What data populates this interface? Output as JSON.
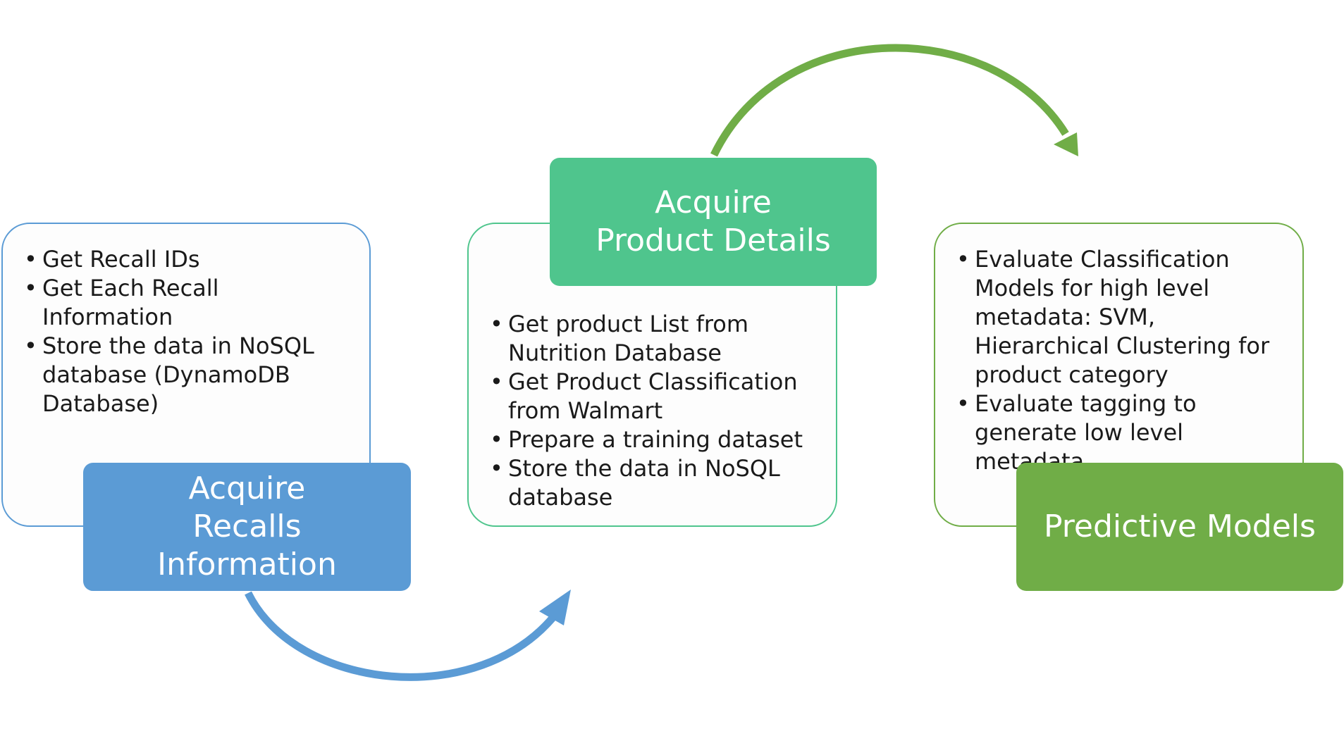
{
  "colors": {
    "blue": "#5b9bd5",
    "teal": "#4fc58d",
    "green": "#70ad47",
    "panel_border_blue": "#5b9bd5",
    "panel_border_teal": "#4fc58d",
    "panel_border_green": "#70ad47"
  },
  "stages": [
    {
      "title": "Acquire Recalls Information",
      "items": [
        "Get Recall IDs",
        "Get Each Recall Information",
        "Store the data in NoSQL database (DynamoDB Database)"
      ]
    },
    {
      "title": "Acquire Product Details",
      "items": [
        "Get product List from Nutrition Database",
        "Get Product Classification from Walmart",
        "Prepare a training dataset",
        "Store the data in NoSQL database"
      ]
    },
    {
      "title": "Predictive Models",
      "items": [
        "Evaluate Classification Models for high level metadata: SVM, Hierarchical Clustering for product category",
        "Evaluate tagging to generate low level metadata"
      ]
    }
  ],
  "connectors": [
    {
      "from": "Acquire Recalls Information",
      "to": "Acquire Product Details",
      "icon": "curved-arrow-icon"
    },
    {
      "from": "Acquire Product Details",
      "to": "Predictive Models",
      "icon": "curved-arrow-icon"
    }
  ]
}
